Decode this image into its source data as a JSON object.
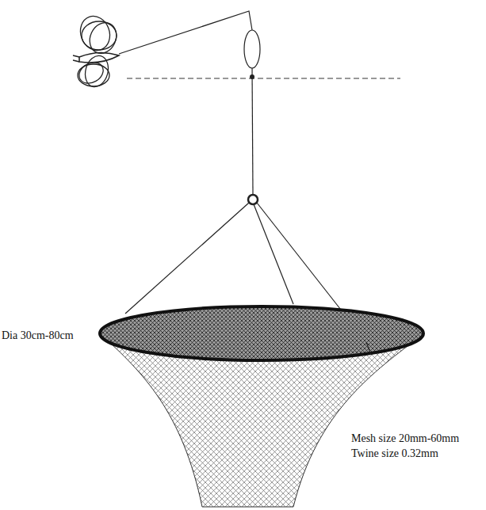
{
  "diagram": {
    "labels": [
      "Dia 30cm-80cm",
      "Mesh size 20mm-60mm",
      "Twine size 0.32mm"
    ]
  }
}
